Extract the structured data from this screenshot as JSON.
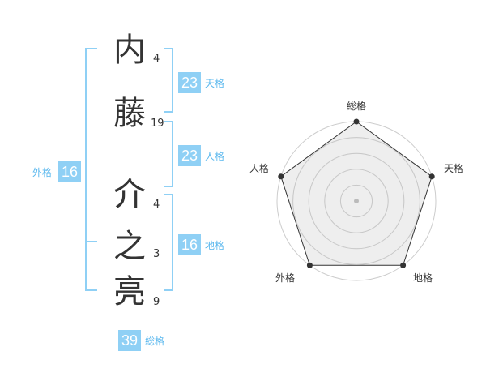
{
  "name": [
    {
      "char": "内",
      "strokes": "4"
    },
    {
      "char": "藤",
      "strokes": "19"
    },
    {
      "char": "介",
      "strokes": "4"
    },
    {
      "char": "之",
      "strokes": "3"
    },
    {
      "char": "亮",
      "strokes": "9"
    }
  ],
  "kakaku": {
    "tenkaku": {
      "value": "23",
      "label": "天格"
    },
    "jinkaku": {
      "value": "23",
      "label": "人格"
    },
    "chikaku": {
      "value": "16",
      "label": "地格"
    },
    "gaikaku": {
      "value": "16",
      "label": "外格"
    },
    "soukaku": {
      "value": "39",
      "label": "総格"
    }
  },
  "chart_data": {
    "type": "radar",
    "axes": [
      "総格",
      "天格",
      "地格",
      "外格",
      "人格"
    ],
    "values": [
      5,
      5,
      5,
      5,
      5
    ],
    "max": 5,
    "rings": 5
  },
  "colors": {
    "accent": "#8fd0f5",
    "accent_text": "#5bb8ee",
    "bracket": "#8fd0f5",
    "radar_fill": "#e8e8e8",
    "radar_stroke": "#333333"
  }
}
